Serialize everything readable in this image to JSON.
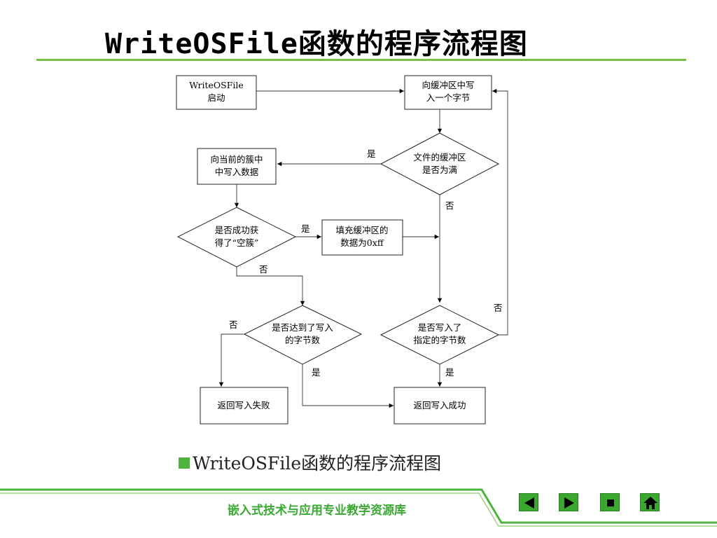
{
  "title": "WriteOSFile函数的程序流程图",
  "caption": "WriteOSFile函数的程序流程图",
  "footer": {
    "text": "嵌入式技术与应用专业教学资源库",
    "nav": [
      "prev-icon",
      "next-icon",
      "stop-icon",
      "home-icon"
    ]
  },
  "colors": {
    "accent_green": "#7ac143",
    "footer_green": "#3aa832",
    "button_green": "#3aa82e"
  },
  "flowchart": {
    "start_line1": "WriteOSFile",
    "start_line2": "启动",
    "write_buffer_line1": "向缓冲区中写",
    "write_buffer_line2": "入一个字节",
    "buffer_full_line1": "文件的缓冲区",
    "buffer_full_line2": "是否为满",
    "write_cluster_line1": "向当前的簇中",
    "write_cluster_line2": "中写入数据",
    "got_empty_cluster_line1": "是否成功获",
    "got_empty_cluster_line2": "得了“空簇”",
    "fill_buffer_line1": "填充缓冲区的",
    "fill_buffer_line2": "数据为0xff",
    "reached_count_line1": "是否达到了写入",
    "reached_count_line2": "的字节数",
    "written_count_line1": "是否写入了",
    "written_count_line2": "指定的字节数",
    "return_fail": "返回写入失败",
    "return_success": "返回写入成功",
    "labels": {
      "yes_buffer_full": "是",
      "no_buffer_full": "否",
      "yes_empty_cluster": "是",
      "no_empty_cluster": "否",
      "no_reached_count": "否",
      "yes_reached_count": "是",
      "no_written_count": "否",
      "yes_written_count": "是"
    }
  }
}
